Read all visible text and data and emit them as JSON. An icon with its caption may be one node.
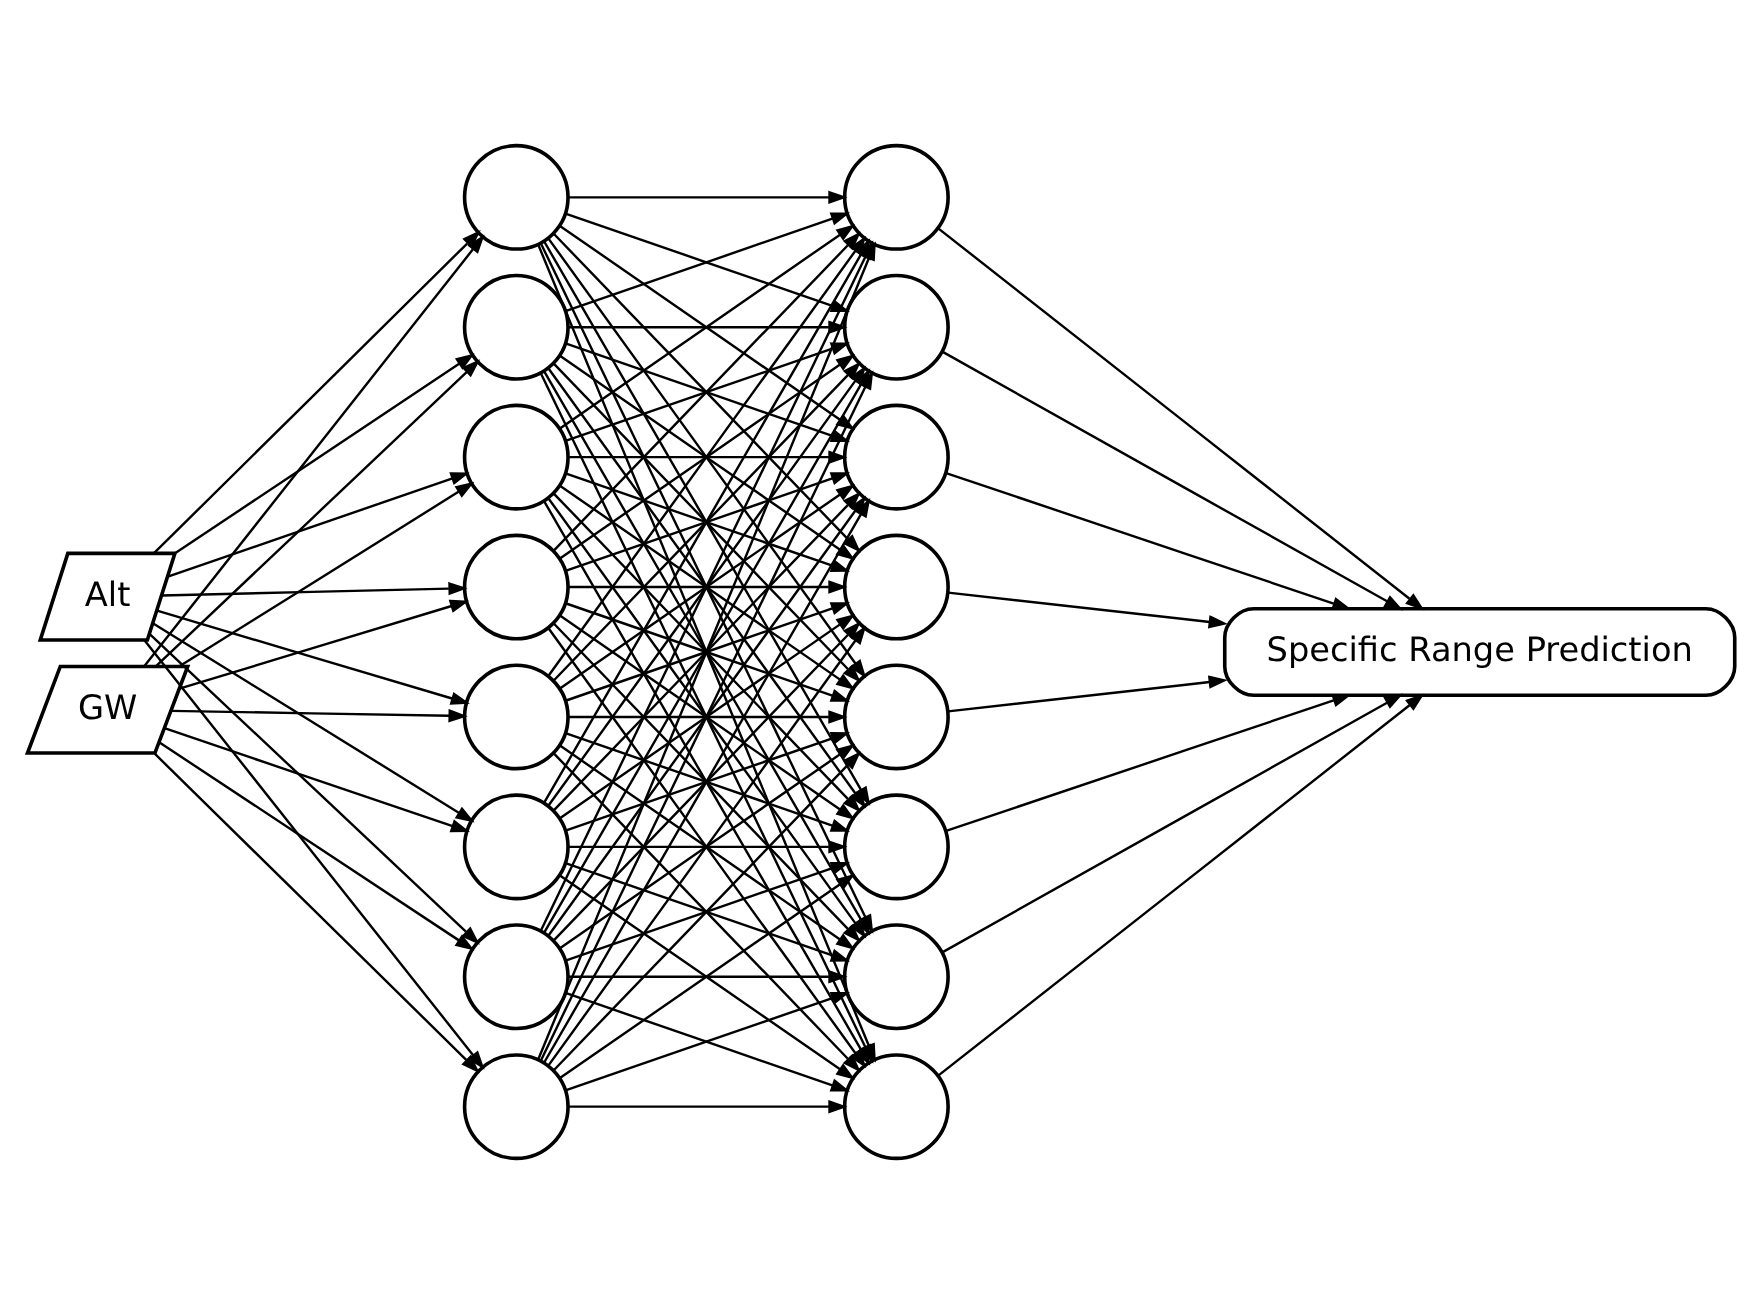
{
  "diagram": {
    "nodes": [
      {
        "text": [
          "Alt"
        ]
      },
      {
        "text": [
          "GW"
        ]
      },
      {
        "text": [],
        "shape": "circle"
      },
      {
        "text": [],
        "shape": "circle"
      },
      {
        "text": [],
        "shape": "circle"
      },
      {
        "text": [],
        "shape": "circle"
      },
      {
        "text": [],
        "shape": "circle"
      },
      {
        "text": [],
        "shape": "circle"
      },
      {
        "text": [],
        "shape": "circle"
      },
      {
        "text": [],
        "shape": "circle"
      },
      {
        "text": [],
        "shape": "circle"
      },
      {
        "text": [],
        "shape": "circle"
      },
      {
        "text": [],
        "shape": "circle"
      },
      {
        "text": [],
        "shape": "circle"
      },
      {
        "text": [],
        "shape": "circle"
      },
      {
        "text": [],
        "shape": "circle"
      },
      {
        "text": [],
        "shape": "circle"
      },
      {
        "text": [],
        "shape": "circle"
      },
      {
        "text": [
          "Specific Range Prediction"
        ]
      }
    ],
    "edges": [
      {
        "from": 0,
        "to": 2,
        "arrow": "to"
      },
      {
        "from": 0,
        "to": 3,
        "arrow": "to"
      },
      {
        "from": 0,
        "to": 4,
        "arrow": "to"
      },
      {
        "from": 0,
        "to": 5,
        "arrow": "to"
      },
      {
        "from": 0,
        "to": 6,
        "arrow": "to"
      },
      {
        "from": 0,
        "to": 7,
        "arrow": "to"
      },
      {
        "from": 0,
        "to": 8,
        "arrow": "to"
      },
      {
        "from": 0,
        "to": 9,
        "arrow": "to"
      },
      {
        "from": 1,
        "to": 2,
        "arrow": "to"
      },
      {
        "from": 1,
        "to": 3,
        "arrow": "to"
      },
      {
        "from": 1,
        "to": 4,
        "arrow": "to"
      },
      {
        "from": 1,
        "to": 5,
        "arrow": "to"
      },
      {
        "from": 1,
        "to": 6,
        "arrow": "to"
      },
      {
        "from": 1,
        "to": 7,
        "arrow": "to"
      },
      {
        "from": 1,
        "to": 8,
        "arrow": "to"
      },
      {
        "from": 1,
        "to": 9,
        "arrow": "to"
      },
      {
        "from": 2,
        "to": 10,
        "arrow": "to"
      },
      {
        "from": 2,
        "to": 11,
        "arrow": "to"
      },
      {
        "from": 2,
        "to": 12,
        "arrow": "to"
      },
      {
        "from": 2,
        "to": 13,
        "arrow": "to"
      },
      {
        "from": 2,
        "to": 14,
        "arrow": "to"
      },
      {
        "from": 2,
        "to": 15,
        "arrow": "to"
      },
      {
        "from": 2,
        "to": 16,
        "arrow": "to"
      },
      {
        "from": 2,
        "to": 17,
        "arrow": "to"
      },
      {
        "from": 3,
        "to": 10,
        "arrow": "to"
      },
      {
        "from": 3,
        "to": 11,
        "arrow": "to"
      },
      {
        "from": 3,
        "to": 12,
        "arrow": "to"
      },
      {
        "from": 3,
        "to": 13,
        "arrow": "to"
      },
      {
        "from": 3,
        "to": 14,
        "arrow": "to"
      },
      {
        "from": 3,
        "to": 15,
        "arrow": "to"
      },
      {
        "from": 3,
        "to": 16,
        "arrow": "to"
      },
      {
        "from": 3,
        "to": 17,
        "arrow": "to"
      },
      {
        "from": 4,
        "to": 10,
        "arrow": "to"
      },
      {
        "from": 4,
        "to": 11,
        "arrow": "to"
      },
      {
        "from": 4,
        "to": 12,
        "arrow": "to"
      },
      {
        "from": 4,
        "to": 13,
        "arrow": "to"
      },
      {
        "from": 4,
        "to": 14,
        "arrow": "to"
      },
      {
        "from": 4,
        "to": 15,
        "arrow": "to"
      },
      {
        "from": 4,
        "to": 16,
        "arrow": "to"
      },
      {
        "from": 4,
        "to": 17,
        "arrow": "to"
      },
      {
        "from": 5,
        "to": 10,
        "arrow": "to"
      },
      {
        "from": 5,
        "to": 11,
        "arrow": "to"
      },
      {
        "from": 5,
        "to": 12,
        "arrow": "to"
      },
      {
        "from": 5,
        "to": 13,
        "arrow": "to"
      },
      {
        "from": 5,
        "to": 14,
        "arrow": "to"
      },
      {
        "from": 5,
        "to": 15,
        "arrow": "to"
      },
      {
        "from": 5,
        "to": 16,
        "arrow": "to"
      },
      {
        "from": 5,
        "to": 17,
        "arrow": "to"
      },
      {
        "from": 6,
        "to": 10,
        "arrow": "to"
      },
      {
        "from": 6,
        "to": 11,
        "arrow": "to"
      },
      {
        "from": 6,
        "to": 12,
        "arrow": "to"
      },
      {
        "from": 6,
        "to": 13,
        "arrow": "to"
      },
      {
        "from": 6,
        "to": 14,
        "arrow": "to"
      },
      {
        "from": 6,
        "to": 15,
        "arrow": "to"
      },
      {
        "from": 6,
        "to": 16,
        "arrow": "to"
      },
      {
        "from": 6,
        "to": 17,
        "arrow": "to"
      },
      {
        "from": 7,
        "to": 10,
        "arrow": "to"
      },
      {
        "from": 7,
        "to": 11,
        "arrow": "to"
      },
      {
        "from": 7,
        "to": 12,
        "arrow": "to"
      },
      {
        "from": 7,
        "to": 13,
        "arrow": "to"
      },
      {
        "from": 7,
        "to": 14,
        "arrow": "to"
      },
      {
        "from": 7,
        "to": 15,
        "arrow": "to"
      },
      {
        "from": 7,
        "to": 16,
        "arrow": "to"
      },
      {
        "from": 7,
        "to": 17,
        "arrow": "to"
      },
      {
        "from": 8,
        "to": 10,
        "arrow": "to"
      },
      {
        "from": 8,
        "to": 11,
        "arrow": "to"
      },
      {
        "from": 8,
        "to": 12,
        "arrow": "to"
      },
      {
        "from": 8,
        "to": 13,
        "arrow": "to"
      },
      {
        "from": 8,
        "to": 14,
        "arrow": "to"
      },
      {
        "from": 8,
        "to": 15,
        "arrow": "to"
      },
      {
        "from": 8,
        "to": 16,
        "arrow": "to"
      },
      {
        "from": 8,
        "to": 17,
        "arrow": "to"
      },
      {
        "from": 9,
        "to": 10,
        "arrow": "to"
      },
      {
        "from": 9,
        "to": 11,
        "arrow": "to"
      },
      {
        "from": 9,
        "to": 12,
        "arrow": "to"
      },
      {
        "from": 9,
        "to": 13,
        "arrow": "to"
      },
      {
        "from": 9,
        "to": 14,
        "arrow": "to"
      },
      {
        "from": 9,
        "to": 15,
        "arrow": "to"
      },
      {
        "from": 9,
        "to": 16,
        "arrow": "to"
      },
      {
        "from": 9,
        "to": 17,
        "arrow": "to"
      },
      {
        "from": 10,
        "to": 18,
        "arrow": "to"
      },
      {
        "from": 11,
        "to": 18,
        "arrow": "to"
      },
      {
        "from": 12,
        "to": 18,
        "arrow": "to"
      },
      {
        "from": 13,
        "to": 18,
        "arrow": "to"
      },
      {
        "from": 14,
        "to": 18,
        "arrow": "to"
      },
      {
        "from": 15,
        "to": 18,
        "arrow": "to"
      },
      {
        "from": 16,
        "to": 18,
        "arrow": "to"
      },
      {
        "from": 17,
        "to": 18,
        "arrow": "to"
      }
    ]
  }
}
